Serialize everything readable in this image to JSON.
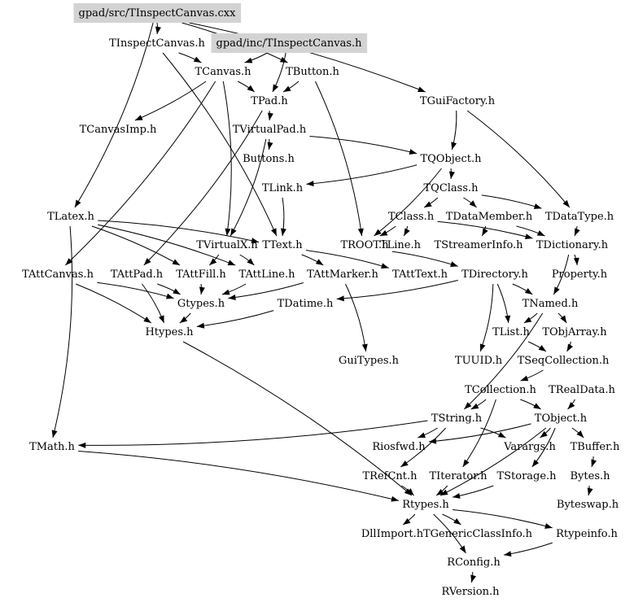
{
  "title": "TInspectCanvas include dependency graph",
  "root_nodes": [
    "gpad/src/TInspectCanvas.cxx",
    "gpad/inc/TInspectCanvas.h"
  ],
  "colors": {
    "highlight_fill": "#d3d3d3",
    "edge": "#000000",
    "text": "#000000",
    "background": "#ffffff"
  },
  "nodes": [
    {
      "id": "cxx",
      "label": "gpad/src/TInspectCanvas.cxx",
      "highlighted": true
    },
    {
      "id": "TInspectCanvas",
      "label": "TInspectCanvas.h",
      "highlighted": false
    },
    {
      "id": "incTInspect",
      "label": "gpad/inc/TInspectCanvas.h",
      "highlighted": true
    },
    {
      "id": "TCanvas",
      "label": "TCanvas.h"
    },
    {
      "id": "TButton",
      "label": "TButton.h"
    },
    {
      "id": "TGuiFactory",
      "label": "TGuiFactory.h"
    },
    {
      "id": "TPad",
      "label": "TPad.h"
    },
    {
      "id": "TCanvasImp",
      "label": "TCanvasImp.h"
    },
    {
      "id": "TVirtualPad",
      "label": "TVirtualPad.h"
    },
    {
      "id": "Buttons",
      "label": "Buttons.h"
    },
    {
      "id": "TQObject",
      "label": "TQObject.h"
    },
    {
      "id": "TLink",
      "label": "TLink.h"
    },
    {
      "id": "TQClass",
      "label": "TQClass.h"
    },
    {
      "id": "TLatex",
      "label": "TLatex.h"
    },
    {
      "id": "TClass",
      "label": "TClass.h"
    },
    {
      "id": "TDataMember",
      "label": "TDataMember.h"
    },
    {
      "id": "TDataType",
      "label": "TDataType.h"
    },
    {
      "id": "TVirtualX",
      "label": "TVirtualX.h"
    },
    {
      "id": "TText",
      "label": "TText.h"
    },
    {
      "id": "TROOT",
      "label": "TROOT.h"
    },
    {
      "id": "TLine",
      "label": "TLine.h"
    },
    {
      "id": "TStreamerInfo",
      "label": "TStreamerInfo.h"
    },
    {
      "id": "TDictionary",
      "label": "TDictionary.h"
    },
    {
      "id": "TAttCanvas",
      "label": "TAttCanvas.h"
    },
    {
      "id": "TAttPad",
      "label": "TAttPad.h"
    },
    {
      "id": "TAttFill",
      "label": "TAttFill.h"
    },
    {
      "id": "TAttLine",
      "label": "TAttLine.h"
    },
    {
      "id": "TAttMarker",
      "label": "TAttMarker.h"
    },
    {
      "id": "TAttText",
      "label": "TAttText.h"
    },
    {
      "id": "TDirectory",
      "label": "TDirectory.h"
    },
    {
      "id": "Property",
      "label": "Property.h"
    },
    {
      "id": "Gtypes",
      "label": "Gtypes.h"
    },
    {
      "id": "TDatime",
      "label": "TDatime.h"
    },
    {
      "id": "TNamed",
      "label": "TNamed.h"
    },
    {
      "id": "Htypes",
      "label": "Htypes.h"
    },
    {
      "id": "TList",
      "label": "TList.h"
    },
    {
      "id": "TObjArray",
      "label": "TObjArray.h"
    },
    {
      "id": "GuiTypes",
      "label": "GuiTypes.h"
    },
    {
      "id": "TUUID",
      "label": "TUUID.h"
    },
    {
      "id": "TSeqCollection",
      "label": "TSeqCollection.h"
    },
    {
      "id": "TCollection",
      "label": "TCollection.h"
    },
    {
      "id": "TRealData",
      "label": "TRealData.h"
    },
    {
      "id": "TString",
      "label": "TString.h"
    },
    {
      "id": "TObject",
      "label": "TObject.h"
    },
    {
      "id": "TMath",
      "label": "TMath.h"
    },
    {
      "id": "Riosfwd",
      "label": "Riosfwd.h"
    },
    {
      "id": "Varargs",
      "label": "Varargs.h"
    },
    {
      "id": "TBuffer",
      "label": "TBuffer.h"
    },
    {
      "id": "TRefCnt",
      "label": "TRefCnt.h"
    },
    {
      "id": "TIterator",
      "label": "TIterator.h"
    },
    {
      "id": "TStorage",
      "label": "TStorage.h"
    },
    {
      "id": "Bytes",
      "label": "Bytes.h"
    },
    {
      "id": "Rtypes",
      "label": "Rtypes.h"
    },
    {
      "id": "Byteswap",
      "label": "Byteswap.h"
    },
    {
      "id": "DllImport",
      "label": "DllImport.h"
    },
    {
      "id": "TGenericClassInfo",
      "label": "TGenericClassInfo.h"
    },
    {
      "id": "Rtypeinfo",
      "label": "Rtypeinfo.h"
    },
    {
      "id": "RConfig",
      "label": "RConfig.h"
    },
    {
      "id": "RVersion",
      "label": "RVersion.h"
    }
  ],
  "edges": [
    [
      "cxx",
      "TInspectCanvas"
    ],
    [
      "cxx",
      "TGuiFactory"
    ],
    [
      "cxx",
      "TButton"
    ],
    [
      "cxx",
      "TLatex"
    ],
    [
      "TInspectCanvas",
      "TCanvas"
    ],
    [
      "TInspectCanvas",
      "TText"
    ],
    [
      "incTInspect",
      "TCanvas"
    ],
    [
      "incTInspect",
      "TPad"
    ],
    [
      "TCanvas",
      "TPad"
    ],
    [
      "TCanvas",
      "TCanvasImp"
    ],
    [
      "TCanvas",
      "TVirtualX"
    ],
    [
      "TCanvas",
      "TAttCanvas"
    ],
    [
      "TButton",
      "TPad"
    ],
    [
      "TButton",
      "TROOT"
    ],
    [
      "TGuiFactory",
      "TQObject"
    ],
    [
      "TGuiFactory",
      "TDataType"
    ],
    [
      "TPad",
      "TVirtualPad"
    ],
    [
      "TPad",
      "TAttPad"
    ],
    [
      "TVirtualPad",
      "Buttons"
    ],
    [
      "TVirtualPad",
      "TQObject"
    ],
    [
      "TVirtualPad",
      "TVirtualX"
    ],
    [
      "TQObject",
      "TQClass"
    ],
    [
      "TQObject",
      "TLink"
    ],
    [
      "TQObject",
      "TROOT"
    ],
    [
      "TLink",
      "TText"
    ],
    [
      "TQClass",
      "TClass"
    ],
    [
      "TQClass",
      "TDataMember"
    ],
    [
      "TQClass",
      "TDataType"
    ],
    [
      "TLatex",
      "TText"
    ],
    [
      "TLatex",
      "TAttLine"
    ],
    [
      "TLatex",
      "TAttFill"
    ],
    [
      "TLatex",
      "TMath"
    ],
    [
      "TClass",
      "TROOT"
    ],
    [
      "TClass",
      "TLine"
    ],
    [
      "TClass",
      "TDictionary"
    ],
    [
      "TDataMember",
      "TDictionary"
    ],
    [
      "TDataMember",
      "TStreamerInfo"
    ],
    [
      "TDataType",
      "TDictionary"
    ],
    [
      "TVirtualX",
      "TAttFill"
    ],
    [
      "TVirtualX",
      "TAttLine"
    ],
    [
      "TText",
      "TAttText"
    ],
    [
      "TText",
      "TAttMarker"
    ],
    [
      "TROOT",
      "TDirectory"
    ],
    [
      "TDictionary",
      "Property"
    ],
    [
      "TDictionary",
      "TNamed"
    ],
    [
      "TAttCanvas",
      "Gtypes"
    ],
    [
      "TAttCanvas",
      "Htypes"
    ],
    [
      "TAttPad",
      "Gtypes"
    ],
    [
      "TAttPad",
      "Htypes"
    ],
    [
      "TAttFill",
      "Gtypes"
    ],
    [
      "TAttLine",
      "Gtypes"
    ],
    [
      "TAttMarker",
      "Gtypes"
    ],
    [
      "TAttMarker",
      "GuiTypes"
    ],
    [
      "TDirectory",
      "TDatime"
    ],
    [
      "TDirectory",
      "TList"
    ],
    [
      "TDirectory",
      "TUUID"
    ],
    [
      "TDirectory",
      "TNamed"
    ],
    [
      "Gtypes",
      "Htypes"
    ],
    [
      "TDatime",
      "Htypes"
    ],
    [
      "TNamed",
      "TList"
    ],
    [
      "TNamed",
      "TObjArray"
    ],
    [
      "TNamed",
      "TString"
    ],
    [
      "TList",
      "TSeqCollection"
    ],
    [
      "TObjArray",
      "TSeqCollection"
    ],
    [
      "TSeqCollection",
      "TCollection"
    ],
    [
      "TCollection",
      "TString"
    ],
    [
      "TCollection",
      "TObject"
    ],
    [
      "TCollection",
      "TIterator"
    ],
    [
      "TRealData",
      "TObject"
    ],
    [
      "TString",
      "TMath"
    ],
    [
      "TString",
      "Riosfwd"
    ],
    [
      "TString",
      "TRefCnt"
    ],
    [
      "TString",
      "Varargs"
    ],
    [
      "TObject",
      "Riosfwd"
    ],
    [
      "TObject",
      "Varargs"
    ],
    [
      "TObject",
      "TBuffer"
    ],
    [
      "TObject",
      "TStorage"
    ],
    [
      "TObject",
      "Rtypes"
    ],
    [
      "TBuffer",
      "Bytes"
    ],
    [
      "Bytes",
      "Byteswap"
    ],
    [
      "TRefCnt",
      "Rtypes"
    ],
    [
      "TIterator",
      "Rtypes"
    ],
    [
      "TStorage",
      "Rtypes"
    ],
    [
      "Rtypes",
      "DllImport"
    ],
    [
      "Rtypes",
      "TGenericClassInfo"
    ],
    [
      "Rtypes",
      "Rtypeinfo"
    ],
    [
      "Rtypes",
      "RConfig"
    ],
    [
      "Rtypeinfo",
      "RConfig"
    ],
    [
      "RConfig",
      "RVersion"
    ],
    [
      "Htypes",
      "Rtypes"
    ],
    [
      "TMath",
      "Rtypes"
    ]
  ]
}
